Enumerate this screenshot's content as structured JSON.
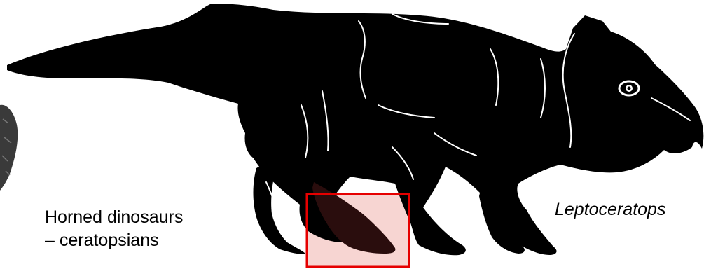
{
  "figure": {
    "group_caption_line1": "Horned dinosaurs",
    "group_caption_line2": "– ceratopsians",
    "species_label": "Leptoceratops"
  },
  "colors": {
    "silhouette": "#000000",
    "detail_lines": "#ffffff",
    "highlight_border": "#e60000",
    "highlight_fill": "#f7d5d2",
    "fossil_rock": "#3a3a3a"
  }
}
